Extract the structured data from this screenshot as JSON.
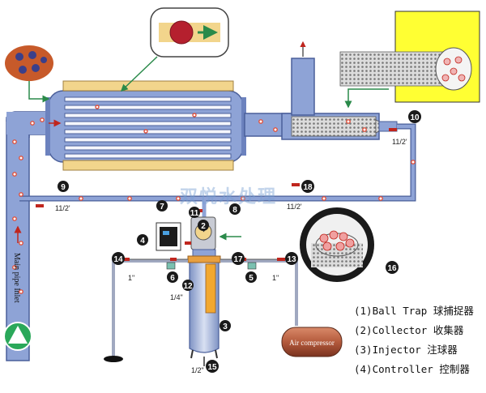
{
  "colors": {
    "pipe": "#8ea3d6",
    "pipe_edge": "#4a5f9a",
    "condenser_band": "#f2d58c",
    "compressor": "#b45a3c",
    "ball": "#e0503c",
    "yellow_box": "#ffff33",
    "valve": "#c0261e"
  },
  "numbers": {
    "n2": "2",
    "n3": "3",
    "n4": "4",
    "n5": "5",
    "n6": "6",
    "n7": "7",
    "n8": "8",
    "n9": "9",
    "n10": "10",
    "n11": "11",
    "n12": "12",
    "n13": "13",
    "n14": "14",
    "n15": "15",
    "n16": "16",
    "n17": "17",
    "n18": "18"
  },
  "sizes": {
    "s_top_right": "11/2'",
    "s_left": "11/2'",
    "s_mid": "11/2'",
    "s_1_left": "1\"",
    "s_1_right": "1\"",
    "s_quarter": "1/4\"",
    "s_half": "1/2\""
  },
  "labels": {
    "main_pipe_inlet": "Main pipe Inlet",
    "air_compressor": "Air compressor",
    "watermark": "双悦水处理"
  },
  "legend": [
    "(1)Ball Trap 球捕捉器",
    "(2)Collector 收集器",
    "(3)Injector 注球器",
    "(4)Controller 控制器"
  ]
}
